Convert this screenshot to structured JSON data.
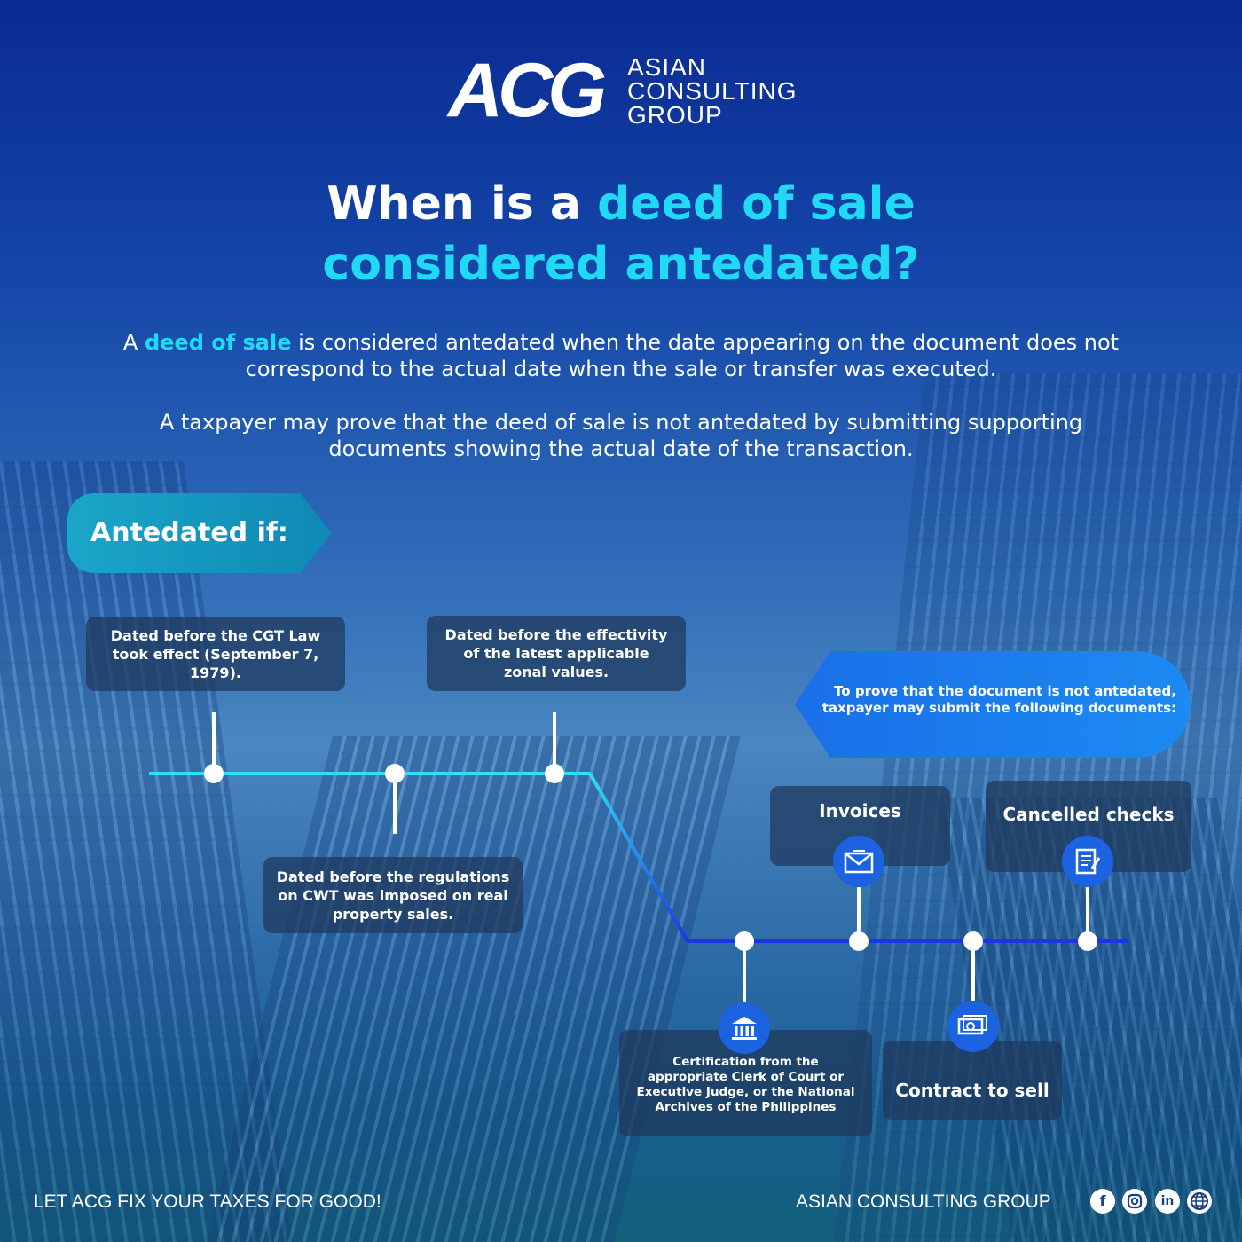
{
  "brand": {
    "logo_mark": "ACG",
    "name_lines": [
      "ASIAN",
      "CONSULTING",
      "GROUP"
    ]
  },
  "headline": {
    "part1": "When is a ",
    "part2": "deed of sale",
    "part3": "considered antedated?"
  },
  "intro": {
    "p1_prefix": "A ",
    "p1_highlight": "deed of sale",
    "p1_rest": " is considered antedated when the date appearing on the document does not correspond to the actual date when the sale or transfer was executed.",
    "p2": "A taxpayer may prove that the deed of sale is not antedated by submitting supporting documents showing the actual date of the transaction."
  },
  "antedated": {
    "label": "Antedated if:",
    "items": [
      "Dated before the CGT Law took effect (September 7, 1979).",
      "Dated before the regulations on CWT was imposed on real property sales.",
      "Dated before the effectivity of the latest applicable zonal values."
    ]
  },
  "proof": {
    "callout": "To prove that the document is not antedated, taxpayer may submit the following documents:",
    "documents": [
      "Certification from the appropriate Clerk of Court or Executive Judge, or the National Archives of the Philippines",
      "Invoices",
      "Contract to sell",
      "Cancelled checks"
    ],
    "icons": [
      "courthouse-icon",
      "envelope-icon",
      "money-icon",
      "document-check-icon"
    ]
  },
  "footer": {
    "tagline": "LET ACG FIX YOUR TAXES FOR GOOD!",
    "company": "ASIAN CONSULTING GROUP",
    "social": [
      "facebook-icon",
      "instagram-icon",
      "linkedin-icon",
      "globe-icon"
    ]
  },
  "colors": {
    "accent_cyan": "#1fd9f5",
    "timeline_blue": "#1b35e6",
    "icon_blue": "#1b63e0"
  }
}
